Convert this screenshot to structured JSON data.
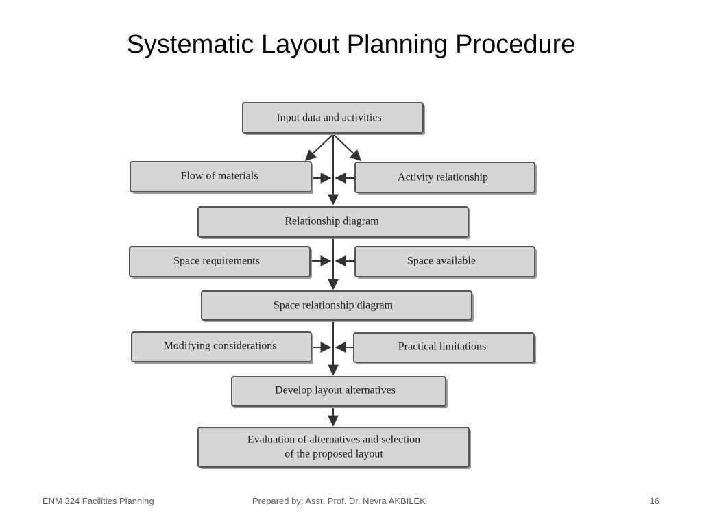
{
  "slide": {
    "title": "Systematic Layout Planning Procedure"
  },
  "diagram": {
    "nodes": {
      "input": "Input data and activities",
      "flow": "Flow of materials",
      "activity": "Activity relationship",
      "relationship": "Relationship diagram",
      "space_req": "Space requirements",
      "space_avail": "Space available",
      "space_rel": "Space relationship diagram",
      "modifying": "Modifying considerations",
      "practical": "Practical limitations",
      "develop": "Develop layout alternatives",
      "evaluation_line1": "Evaluation of alternatives and selection",
      "evaluation_line2": "of the proposed layout"
    }
  },
  "footer": {
    "course": "ENM 324 Facilities Planning",
    "author": "Prepared by: Asst. Prof. Dr. Nevra AKBILEK",
    "page_number": "16"
  }
}
